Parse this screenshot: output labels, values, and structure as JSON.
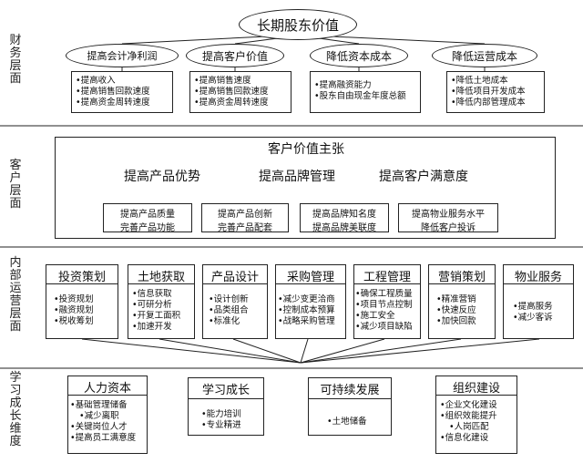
{
  "layers": {
    "finance": "财务层面",
    "customer": "客户层面",
    "internal": "内部运营层面",
    "learning": "学习成长维度"
  },
  "finance": {
    "top": "长期股东价值",
    "goals": [
      {
        "title": "提高会计净利润",
        "items": [
          "•提高收入",
          "•提高销售回款速度",
          "•提高资金周转速度"
        ]
      },
      {
        "title": "提高客户价值",
        "items": [
          "•提高销售速度",
          "•提高销售回款速度",
          "•提高资金周转速度"
        ]
      },
      {
        "title": "降低资本成本",
        "items": [
          "•提高融资能力",
          "•股东自由现金年度总额"
        ]
      },
      {
        "title": "降低运营成本",
        "items": [
          "•降低土地成本",
          "•降低项目开发成本",
          "•降低内部管理成本"
        ]
      }
    ]
  },
  "customer": {
    "title": "客户价值主张",
    "groups": [
      {
        "title": "提高产品优势",
        "items": [
          "提高产品质量",
          "完善产品功能"
        ],
        "items2": [
          "提高产品创新",
          "完善产品配套"
        ]
      },
      {
        "title": "提高品牌管理",
        "items": [
          "提高品牌知名度",
          "提高品牌美联度"
        ]
      },
      {
        "title": "提高客户满意度",
        "items": [
          "提高物业服务水平",
          "降低客户投诉"
        ]
      }
    ]
  },
  "internal": {
    "blocks": [
      {
        "title": "投资策划",
        "items": [
          "•投资规划",
          "•融资规划",
          "•税收筹划"
        ]
      },
      {
        "title": "土地获取",
        "items": [
          "•信息获取",
          "•可研分析",
          "•开复工面积",
          "•加速开发"
        ]
      },
      {
        "title": "产品设计",
        "items": [
          "•设计创新",
          "•品类组合",
          "•标准化"
        ]
      },
      {
        "title": "采购管理",
        "items": [
          "•减少变更洽商",
          "•控制成本预算",
          "•战略采购管理"
        ]
      },
      {
        "title": "工程管理",
        "items": [
          "•确保工程质量",
          "•项目节点控制",
          "•施工安全",
          "•减少项目缺陷"
        ]
      },
      {
        "title": "营销策划",
        "items": [
          "•精准营销",
          "•快速反应",
          "•加快回款"
        ]
      },
      {
        "title": "物业服务",
        "items": [
          "•提高服务",
          "•减少客诉"
        ]
      }
    ]
  },
  "learning": {
    "blocks": [
      {
        "title": "人力资本",
        "items": [
          "•基础管理储备",
          "•减少离职",
          "•关键岗位人才",
          "•提高员工满意度"
        ]
      },
      {
        "title": "学习成长",
        "items": [
          "•能力培训",
          "•专业精进"
        ]
      },
      {
        "title": "可持续发展",
        "items": [
          "•土地储备"
        ]
      },
      {
        "title": "组织建设",
        "items": [
          "•企业文化建设",
          "•组织效能提升",
          "•人岗匹配",
          "•信息化建设"
        ]
      }
    ]
  }
}
